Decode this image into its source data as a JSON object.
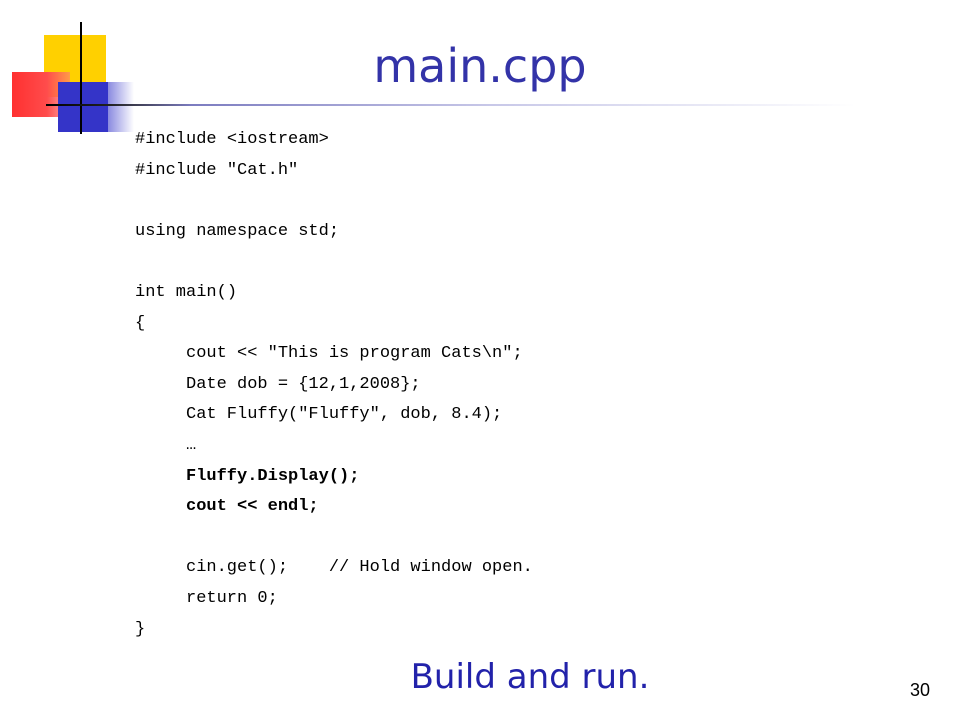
{
  "slide": {
    "title": "main.cpp",
    "code_lines": [
      "#include <iostream>",
      "#include \"Cat.h\"",
      "",
      "using namespace std;",
      "",
      "int main()",
      "{",
      "cout << \"This is program Cats\\n\";",
      "Date dob = {12,1,2008};",
      "Cat Fluffy(\"Fluffy\", dob, 8.4);",
      "…",
      "Fluffy.Display();",
      "cout << endl;",
      "",
      "cin.get();    // Hold window open.",
      "return 0;",
      "}"
    ],
    "footer": "Build and run.",
    "page_number": "30"
  }
}
